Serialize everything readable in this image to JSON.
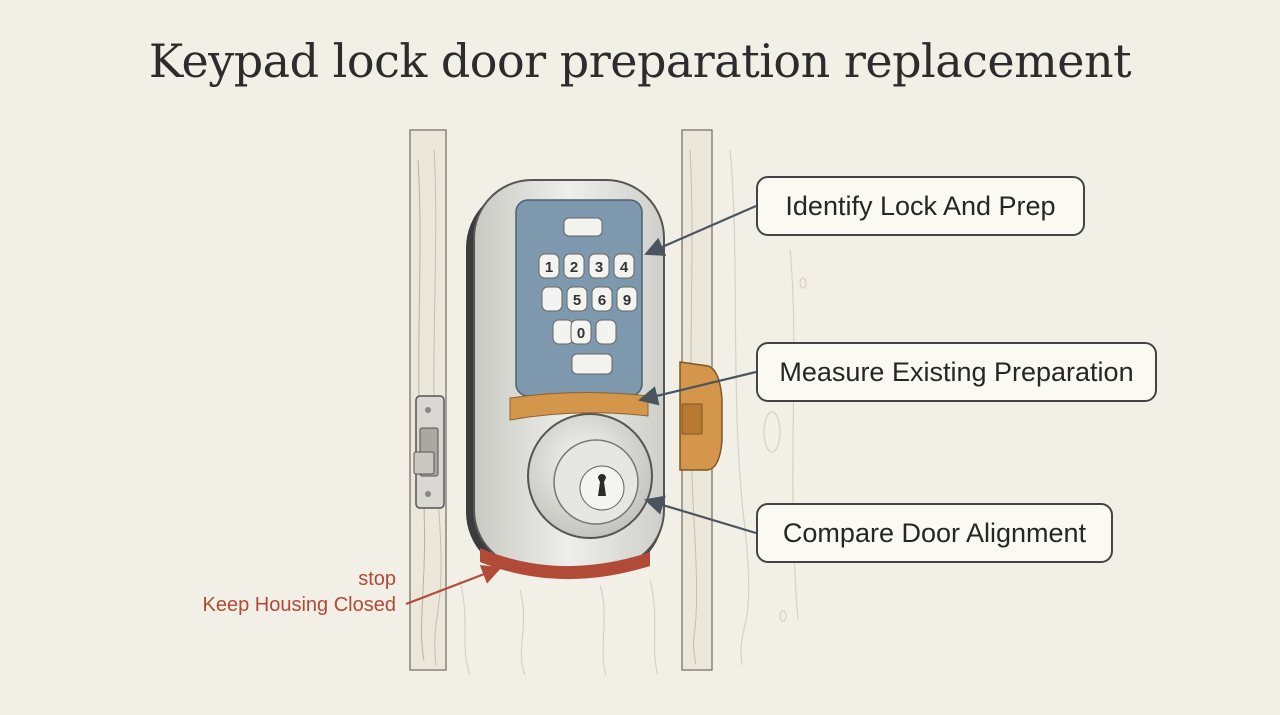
{
  "title": "Keypad lock door preparation replacement",
  "keypad": {
    "keys": [
      "1",
      "2",
      "3",
      "4",
      "5",
      "6",
      "9",
      "0"
    ]
  },
  "callouts": {
    "identify": "Identify Lock And Prep",
    "measure": "Measure Existing Preparation",
    "compare": "Compare Door Alignment"
  },
  "warning": {
    "stop": "stop",
    "message": "Keep Housing Closed"
  },
  "colors": {
    "background": "#f2f0e6",
    "keypad_panel": "#7e98ad",
    "brass_band": "#d4964a",
    "warning_red": "#b24a38",
    "outline": "#444444"
  }
}
